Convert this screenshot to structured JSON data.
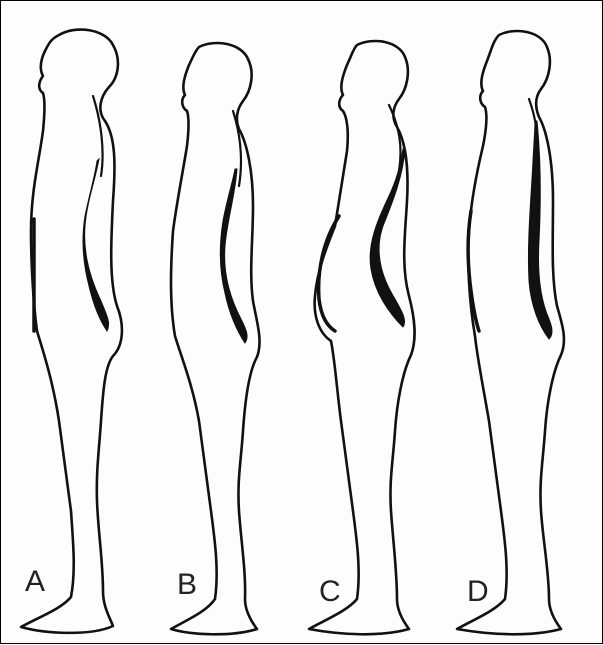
{
  "figures": [
    {
      "label": "A"
    },
    {
      "label": "B"
    },
    {
      "label": "C"
    },
    {
      "label": "D"
    }
  ]
}
